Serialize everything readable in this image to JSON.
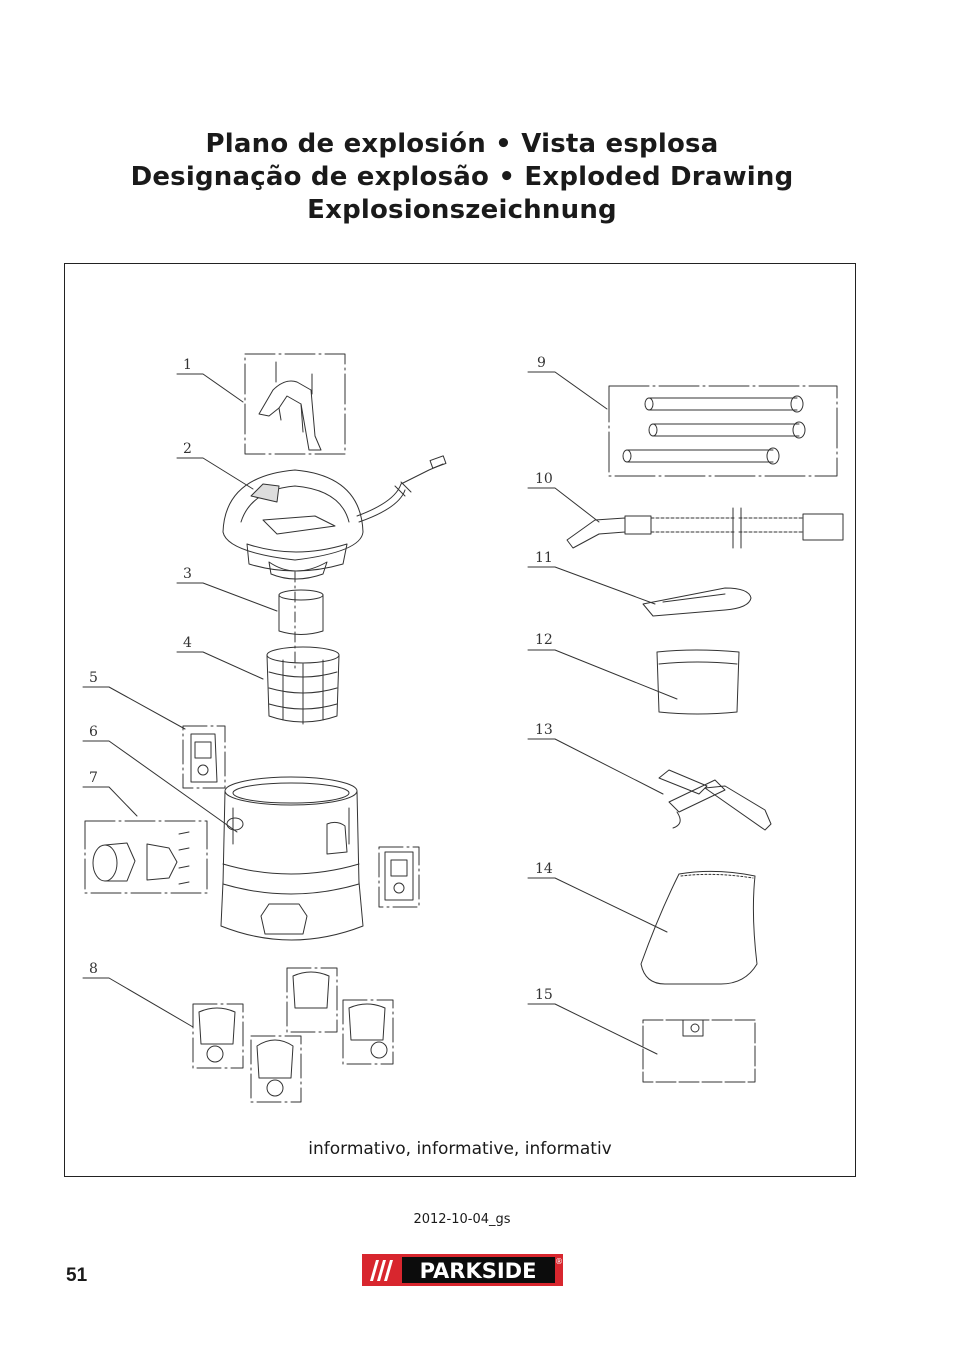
{
  "title": {
    "line1": "Plano de explosión • Vista esplosa",
    "line2": "Designação de explosão • Exploded Drawing",
    "line3": "Explosionszeichnung"
  },
  "parts": [
    {
      "number": "1",
      "icon": "carry-handle-icon"
    },
    {
      "number": "2",
      "icon": "motor-head-icon"
    },
    {
      "number": "3",
      "icon": "foam-filter-icon"
    },
    {
      "number": "4",
      "icon": "filter-cage-icon"
    },
    {
      "number": "5",
      "icon": "latch-clip-icon"
    },
    {
      "number": "6",
      "icon": "container-icon"
    },
    {
      "number": "7",
      "icon": "hose-connector-icon"
    },
    {
      "number": "8",
      "icon": "castor-wheel-icon"
    },
    {
      "number": "9",
      "icon": "extension-tubes-icon"
    },
    {
      "number": "10",
      "icon": "suction-hose-icon"
    },
    {
      "number": "11",
      "icon": "crevice-nozzle-icon"
    },
    {
      "number": "12",
      "icon": "cartridge-filter-icon"
    },
    {
      "number": "13",
      "icon": "floor-nozzle-icon"
    },
    {
      "number": "14",
      "icon": "filter-bag-icon"
    },
    {
      "number": "15",
      "icon": "dust-bag-icon"
    }
  ],
  "note": "informativo, informative, informativ",
  "date_code": "2012-10-04_gs",
  "page_number": "51",
  "logo": {
    "text": "PARKSIDE",
    "mark": "®",
    "color": "#d8262e"
  }
}
